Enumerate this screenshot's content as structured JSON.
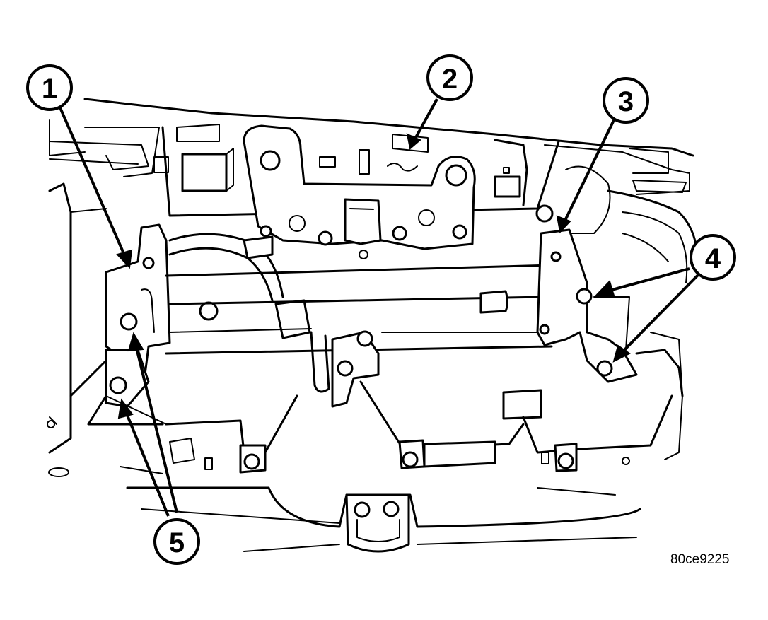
{
  "callouts": [
    {
      "label": "1"
    },
    {
      "label": "2"
    },
    {
      "label": "3"
    },
    {
      "label": "4"
    },
    {
      "label": "5"
    }
  ],
  "reference_code": "80ce9225"
}
